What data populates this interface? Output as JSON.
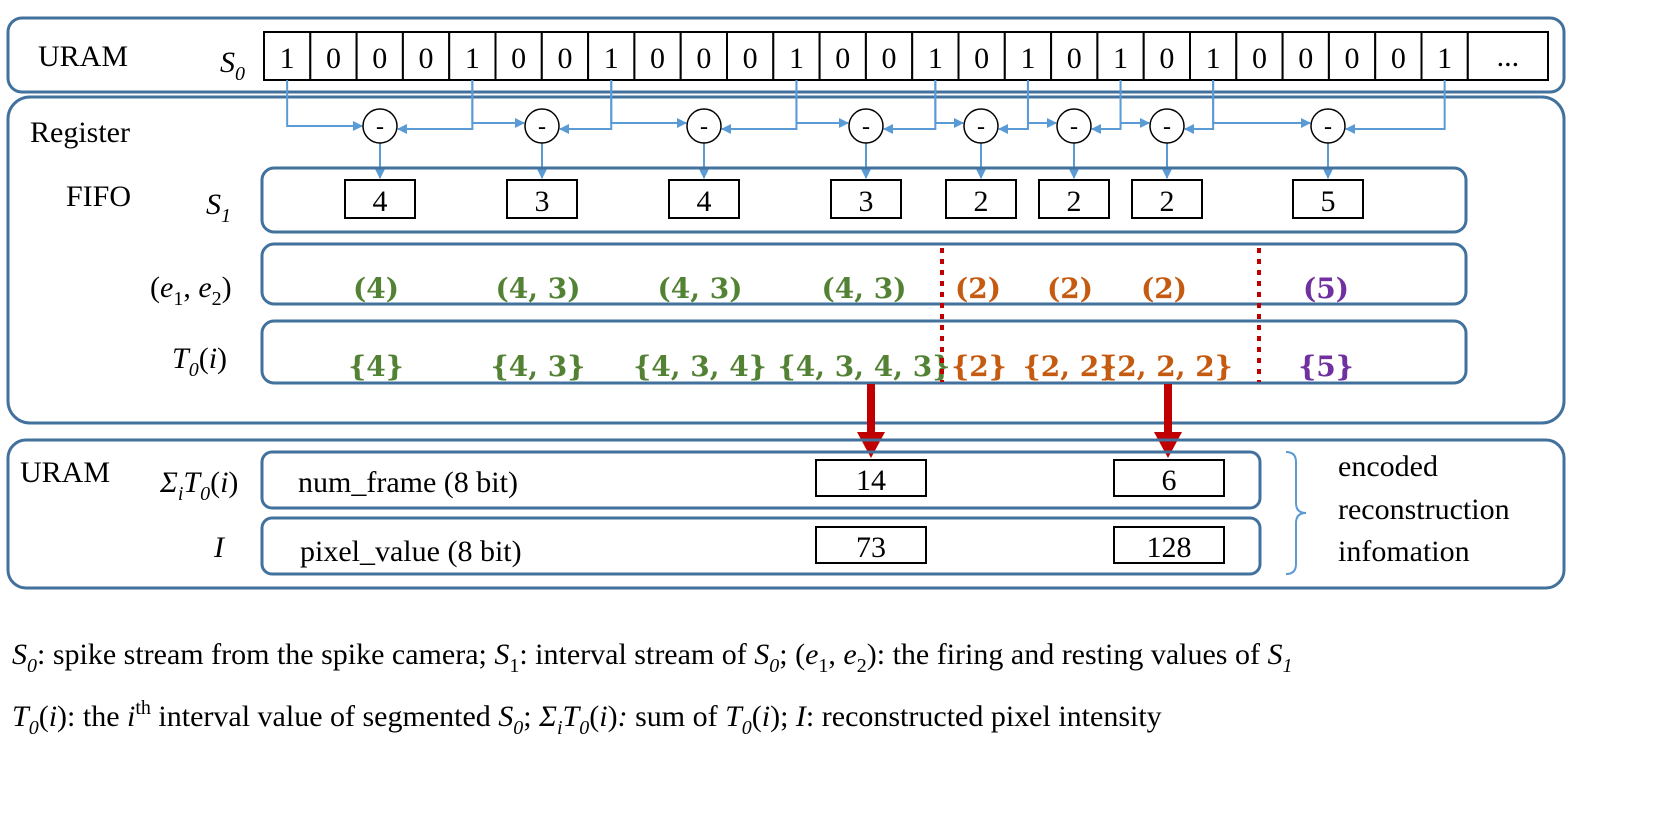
{
  "colors": {
    "frame": "#41719c",
    "arrow": "#5b9bd5",
    "green": "#548235",
    "orange": "#c55a11",
    "purple": "#7030a0",
    "red": "#c00000",
    "black": "#000000"
  },
  "uram_top": {
    "label": "URAM",
    "stream_name": "S",
    "stream_sub": "0",
    "bits": [
      "1",
      "0",
      "0",
      "0",
      "1",
      "0",
      "0",
      "1",
      "0",
      "0",
      "0",
      "1",
      "0",
      "0",
      "1",
      "0",
      "1",
      "0",
      "1",
      "0",
      "1",
      "0",
      "0",
      "0",
      "0",
      "1"
    ],
    "ellipsis": "..."
  },
  "register": {
    "label": "Register",
    "fifo_label": "FIFO",
    "subtract_symbol": "-",
    "s1_name": "S",
    "s1_sub": "1",
    "s1_values": [
      "4",
      "3",
      "4",
      "3",
      "2",
      "2",
      "2",
      "5"
    ],
    "e_row": {
      "label_open": "(",
      "e1": "e",
      "e1_sub": "1",
      "comma": ", ",
      "e2": "e",
      "e2_sub": "2",
      "label_close": ")",
      "values": [
        {
          "text": "(4)",
          "color": "green"
        },
        {
          "text": "(4, 3)",
          "color": "green"
        },
        {
          "text": "(4, 3)",
          "color": "green"
        },
        {
          "text": "(4, 3)",
          "color": "green"
        },
        {
          "text": "(2)",
          "color": "orange"
        },
        {
          "text": "(2)",
          "color": "orange"
        },
        {
          "text": "(2)",
          "color": "orange"
        },
        {
          "text": "(5)",
          "color": "purple"
        }
      ]
    },
    "t_row": {
      "label_t": "T",
      "label_sub": "0",
      "label_open": "(",
      "label_i": "i",
      "label_close": ")",
      "values": [
        {
          "text": "{4}",
          "color": "green"
        },
        {
          "text": "{4, 3}",
          "color": "green"
        },
        {
          "text": "{4, 3, 4}",
          "color": "green"
        },
        {
          "text": "{4, 3, 4, 3}",
          "color": "green"
        },
        {
          "text": "{2}",
          "color": "orange"
        },
        {
          "text": "{2, 2}",
          "color": "orange"
        },
        {
          "text": "{2, 2, 2}",
          "color": "orange"
        },
        {
          "text": "{5}",
          "color": "purple"
        }
      ]
    }
  },
  "uram_bottom": {
    "label": "URAM",
    "sum_sigma": "Σ",
    "sum_sub": "i",
    "sum_t": "T",
    "sum_t_sub": "0",
    "sum_open": "(",
    "sum_i": "i",
    "sum_close": ")",
    "num_frame_label": "num_frame (8 bit)",
    "num_frame_values": [
      "14",
      "6"
    ],
    "i_label": "I",
    "pixel_label": "pixel_value (8 bit)",
    "pixel_values": [
      "73",
      "128"
    ],
    "brace_text": [
      "encoded",
      "reconstruction",
      "infomation"
    ]
  },
  "caption": {
    "line1": [
      {
        "t": "S",
        "s": "i"
      },
      {
        "t": "0",
        "s": "isub"
      },
      {
        "t": ": spike stream from the spike camera;  ",
        "s": "n"
      },
      {
        "t": "S",
        "s": "i"
      },
      {
        "t": "1",
        "s": "sub"
      },
      {
        "t": ": interval stream of ",
        "s": "n"
      },
      {
        "t": "S",
        "s": "i"
      },
      {
        "t": "0",
        "s": "isub"
      },
      {
        "t": ";   (",
        "s": "n"
      },
      {
        "t": "e",
        "s": "i"
      },
      {
        "t": "1",
        "s": "sub"
      },
      {
        "t": ", ",
        "s": "n"
      },
      {
        "t": "e",
        "s": "i"
      },
      {
        "t": "2",
        "s": "sub"
      },
      {
        "t": "): the firing and resting values of ",
        "s": "n"
      },
      {
        "t": "S",
        "s": "i"
      },
      {
        "t": "1",
        "s": "isub"
      }
    ],
    "line2": [
      {
        "t": "T",
        "s": "i"
      },
      {
        "t": "0",
        "s": "isub"
      },
      {
        "t": "(",
        "s": "n"
      },
      {
        "t": "i",
        "s": "i"
      },
      {
        "t": "): the ",
        "s": "n"
      },
      {
        "t": "i",
        "s": "i"
      },
      {
        "t": "th",
        "s": "sup"
      },
      {
        "t": " interval value of segmented ",
        "s": "n"
      },
      {
        "t": "S",
        "s": "i"
      },
      {
        "t": "0",
        "s": "isub"
      },
      {
        "t": ";   ",
        "s": "n"
      },
      {
        "t": "Σ",
        "s": "i"
      },
      {
        "t": "i",
        "s": "isub"
      },
      {
        "t": "T",
        "s": "i"
      },
      {
        "t": "0",
        "s": "isub"
      },
      {
        "t": "(",
        "s": "n"
      },
      {
        "t": "i",
        "s": "i"
      },
      {
        "t": ")",
        "s": "n"
      },
      {
        "t": ":",
        "s": "i"
      },
      {
        "t": " sum of ",
        "s": "n"
      },
      {
        "t": "T",
        "s": "i"
      },
      {
        "t": "0",
        "s": "isub"
      },
      {
        "t": "(",
        "s": "n"
      },
      {
        "t": "i",
        "s": "i"
      },
      {
        "t": ");     ",
        "s": "n"
      },
      {
        "t": "I",
        "s": "i"
      },
      {
        "t": ": reconstructed pixel intensity",
        "s": "n"
      }
    ]
  }
}
